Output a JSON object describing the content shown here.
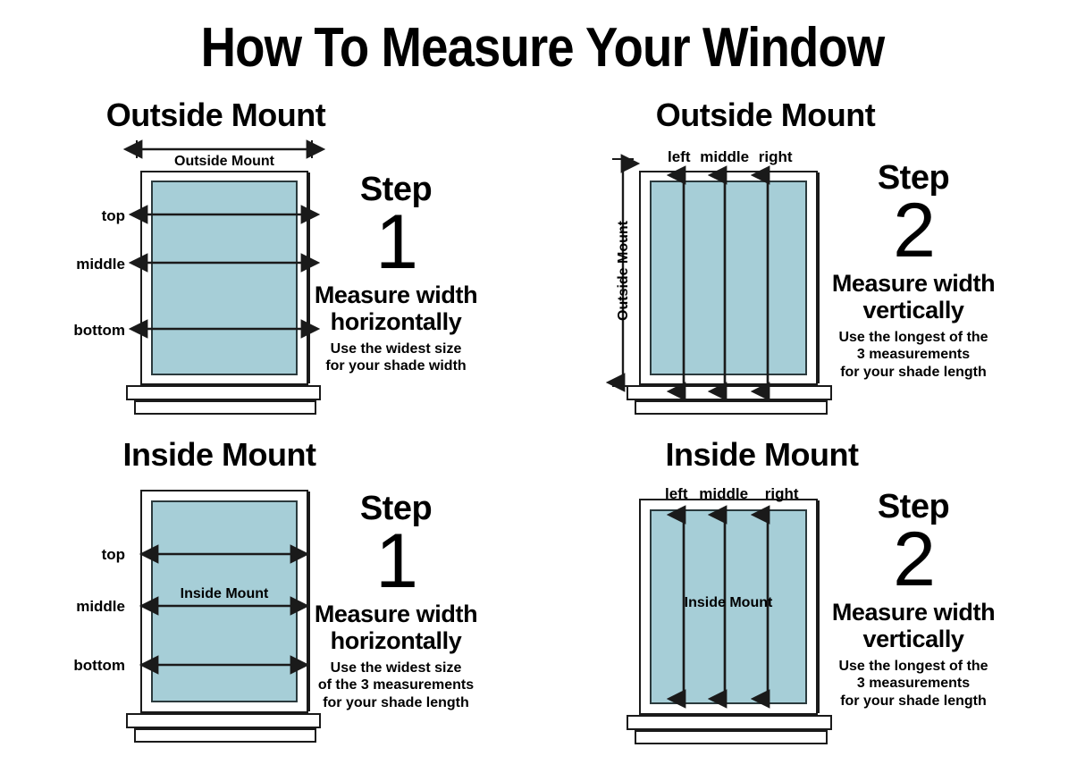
{
  "title": "How To Measure Your Window",
  "theme": {
    "background": "#ffffff",
    "glass_color": "#a6ced7",
    "line_color": "#1a1a1a",
    "glass_border": "#2b3a3d"
  },
  "panels": {
    "top_left": {
      "heading": "Outside Mount",
      "dimension_caption": "Outside Mount",
      "row_labels": [
        "top",
        "middle",
        "bottom"
      ],
      "step": {
        "word": "Step",
        "number": "1",
        "main_line1": "Measure width",
        "main_line2": "horizontally",
        "sub_line1": "Use the widest size",
        "sub_line2": "for your shade width",
        "sub_line3": ""
      }
    },
    "top_right": {
      "heading": "Outside Mount",
      "dimension_caption": "Outside Mount",
      "column_labels": [
        "left",
        "middle",
        "right"
      ],
      "step": {
        "word": "Step",
        "number": "2",
        "main_line1": "Measure width",
        "main_line2": "vertically",
        "sub_line1": "Use the longest of the",
        "sub_line2": "3 measurements",
        "sub_line3": "for your shade length"
      }
    },
    "bottom_left": {
      "heading": "Inside Mount",
      "dimension_caption": "Inside Mount",
      "row_labels": [
        "top",
        "middle",
        "bottom"
      ],
      "step": {
        "word": "Step",
        "number": "1",
        "main_line1": "Measure width",
        "main_line2": "horizontally",
        "sub_line1": "Use the widest size",
        "sub_line2": "of the 3 measurements",
        "sub_line3": "for your shade length"
      }
    },
    "bottom_right": {
      "heading": "Inside Mount",
      "dimension_caption": "Inside Mount",
      "column_labels": [
        "left",
        "middle",
        "right"
      ],
      "step": {
        "word": "Step",
        "number": "2",
        "main_line1": "Measure width",
        "main_line2": "vertically",
        "sub_line1": "Use the longest of the",
        "sub_line2": "3 measurements",
        "sub_line3": "for your shade length"
      }
    }
  }
}
